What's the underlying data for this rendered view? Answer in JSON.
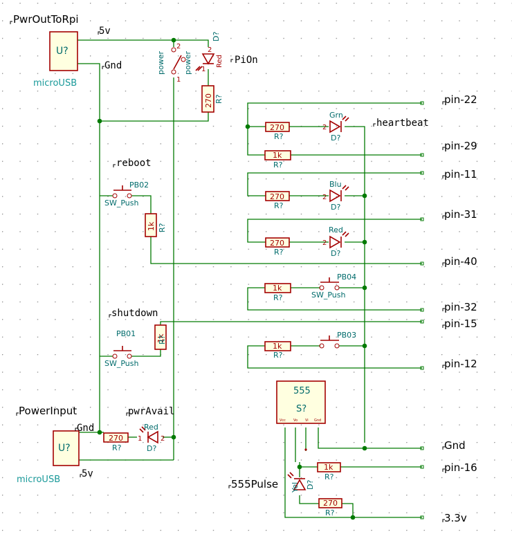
{
  "labels": {
    "pwr_out": "PwrOutToRpi",
    "pi_on": "PiOn",
    "heartbeat": "heartbeat",
    "reboot": "reboot",
    "shutdown": "shutdown",
    "power_input": "PowerInput",
    "pwr_avail": "pwrAvail",
    "pulse_555": "555Pulse",
    "v5_top": "5v",
    "gnd_top": "Gnd",
    "gnd_bottom": "Gnd",
    "v5_bottom": "5v"
  },
  "pins": [
    "pin-22",
    "pin-29",
    "pin-11",
    "pin-31",
    "pin-40",
    "pin-32",
    "pin-15",
    "pin-12",
    "Gnd",
    "pin-16",
    "3.3v"
  ],
  "usb": {
    "ref": "U?",
    "value": "microUSB"
  },
  "resistors": {
    "ref": "R?",
    "v270": "270",
    "v1k": "1k"
  },
  "diodes": {
    "ref": "D?",
    "grn": "Grn",
    "blu": "Blu",
    "red": "Red",
    "yel": "Yel"
  },
  "switches": {
    "pb01": "PB01",
    "pb02": "PB02",
    "pb03": "PB03",
    "pb04": "PB04",
    "sw_push": "SW_Push",
    "power": "power",
    "pin1": "1",
    "pin2": "2"
  },
  "ic555": {
    "value": "555",
    "ref": "S?",
    "pins": [
      "Vcc",
      "Vo",
      "Vi",
      "Gnd"
    ]
  }
}
